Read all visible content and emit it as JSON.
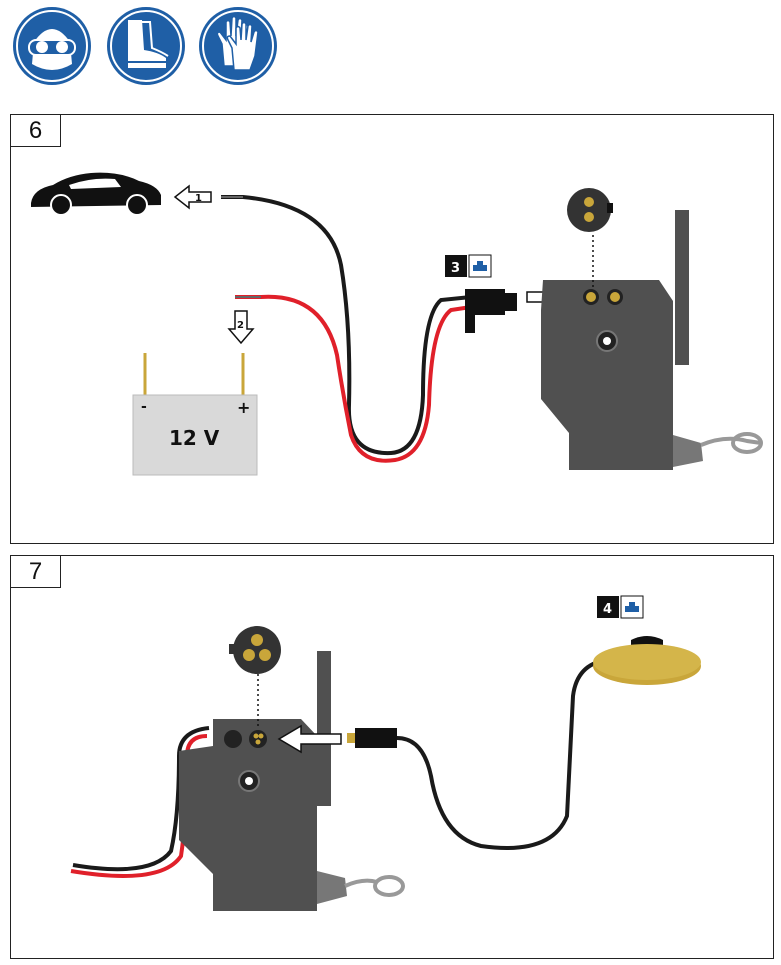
{
  "ppe_icons": [
    "safety-glasses-icon",
    "safety-boots-icon",
    "protective-gloves-icon"
  ],
  "colors": {
    "ppe_blue": "#1f5fa6",
    "device_gray": "#505050",
    "wire_red": "#e0202a",
    "wire_black": "#1a1a1a",
    "contact_gold": "#c9a63a",
    "battery_gray": "#d9d9d9"
  },
  "steps": [
    {
      "number": "6",
      "badge": "3",
      "arrow_labels": [
        "1",
        "2",
        "3"
      ],
      "battery": {
        "minus": "-",
        "plus": "+",
        "voltage": "12 V"
      }
    },
    {
      "number": "7",
      "badge": "4"
    }
  ]
}
